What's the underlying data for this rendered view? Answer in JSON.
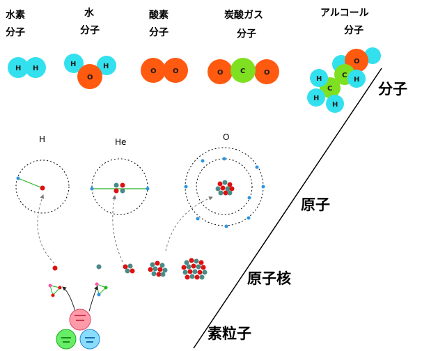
{
  "colors": {
    "hydrogen": "#33e0ee",
    "oxygen": "#ff5a10",
    "carbon": "#7ee020",
    "proton": "#dd1111",
    "neutron": "#4a8a86",
    "electron": "#2d95e0",
    "orbit": "#000000",
    "bond_line": "#22b422",
    "quark_red": "#ff9aa8",
    "quark_green": "#66ee66",
    "quark_blue": "#88ddff"
  },
  "molecules": {
    "hydrogen": {
      "name_line1": "水素",
      "name_line2": "分子",
      "atom_label": "H"
    },
    "water": {
      "name_line1": "水",
      "name_line2": "分子",
      "h_label": "H",
      "o_label": "O"
    },
    "oxygen": {
      "name_line1": "酸素",
      "name_line2": "分子",
      "atom_label": "O"
    },
    "co2": {
      "name_line1": "炭酸ガス",
      "name_line2": "分子",
      "o_label": "O",
      "c_label": "C"
    },
    "alcohol": {
      "name_line1": "アルコール",
      "name_line2": "分子",
      "h_label": "H",
      "o_label": "O",
      "c_label": "C"
    }
  },
  "levels": {
    "molecule": "分子",
    "atom": "原子",
    "nucleus": "原子核",
    "particle": "素粒子"
  },
  "atoms": {
    "h": {
      "label": "H"
    },
    "he": {
      "label": "He"
    },
    "o": {
      "label": "O"
    }
  }
}
